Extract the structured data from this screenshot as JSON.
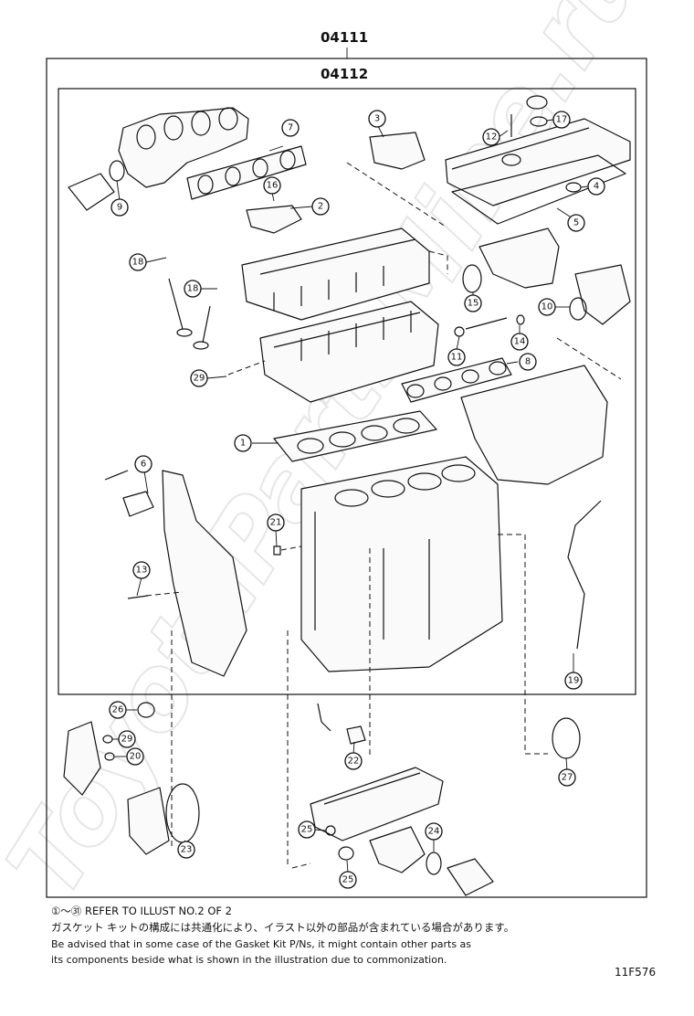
{
  "assembly": {
    "outer_code": "04111",
    "inner_code": "04112"
  },
  "watermark": "ToyotaPartsMine.ru",
  "figure_code": "11F576",
  "notes": {
    "line1": "①～㉛ REFER TO ILLUST NO.2 OF 2",
    "line2": "ガスケット キットの構成には共通化により、イラスト以外の部品が含まれている場合があります。",
    "line3": "Be advised that in some case of the Gasket Kit P/Ns,  it might contain other parts as",
    "line4": "its components beside what is shown in the illustration due to commonization."
  },
  "callouts": [
    "1",
    "2",
    "3",
    "4",
    "5",
    "6",
    "7",
    "8",
    "9",
    "10",
    "11",
    "12",
    "13",
    "14",
    "15",
    "16",
    "17",
    "18",
    "18",
    "19",
    "20",
    "21",
    "22",
    "23",
    "24",
    "25",
    "25",
    "26",
    "27",
    "29",
    "29"
  ],
  "colors": {
    "line": "#111111",
    "watermark": "#e6e6e6",
    "background": "#ffffff"
  }
}
